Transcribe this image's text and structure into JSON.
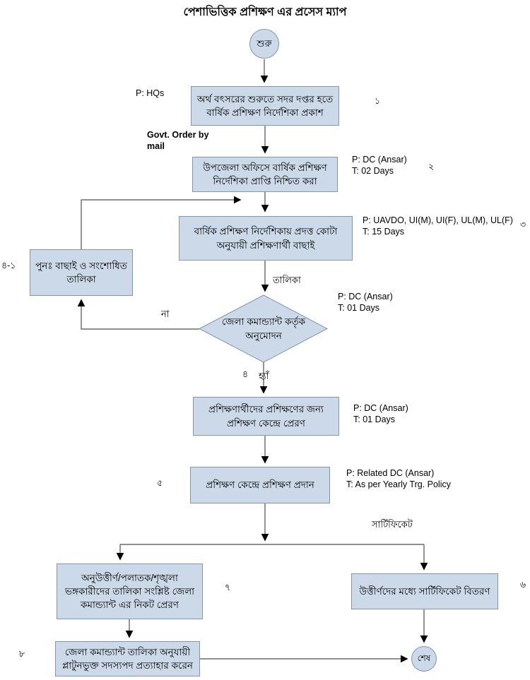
{
  "title": "পেশাভিত্তিক প্রশিক্ষণ এর প্রসেস ম্যাপ",
  "colors": {
    "node_fill": "#ccd9e8",
    "node_border": "#8496ac",
    "connector": "#4d4d4d",
    "arrowhead": "#000000"
  },
  "nodes": {
    "start": {
      "label": "শুরু"
    },
    "publish_guideline": {
      "label": "অর্থ বৎসরের শুরুতে সদর দপ্তর হতে বার্ষিক প্রশিক্ষণ নির্দেশিকা প্রকাশ"
    },
    "confirm_receipt": {
      "label": "উপজেলা অফিসে বার্ষিক প্রশিক্ষণ নির্দেশিকা প্রাপ্তি নিশ্চিত করা"
    },
    "select_trainees": {
      "label": "বার্ষিক প্রশিক্ষণ নির্দেশিকায় প্রদত্ত কোটা অনুযায়ী প্রশিক্ষণার্থী বাছাই"
    },
    "reselect_list": {
      "label": "পুনঃ বাছাই ও সংশোধিত তালিকা"
    },
    "approval_decision": {
      "label": "জেলা কমান্ড্যান্ট কর্তৃক অনুমোদন"
    },
    "send_to_center": {
      "label": "প্রশিক্ষণার্থীদের প্রশিক্ষণের জন্য প্রশিক্ষণ কেন্দ্রে প্রেরণ"
    },
    "provide_training": {
      "label": "প্রশিক্ষণ কেন্দ্রে প্রশিক্ষণ প্রদান"
    },
    "failed_list": {
      "label": "অনুউত্তীর্ণ/পলাতক/শৃঙ্খলা ভঙ্গকারীদের তালিকা সংশ্লিষ্ট জেলা কমান্ড্যান্ট এর নিকট প্রেরণ"
    },
    "distribute_certificates": {
      "label": "উত্তীর্ণদের মধ্যে সার্টিফিকেট বিতরণ"
    },
    "withdraw_membership": {
      "label": "জেলা কমান্ড্যান্ট তালিকা অনুযায়ী প্লাটুনভুক্ত সদস্যপদ প্রত্যাহার করেন"
    },
    "end": {
      "label": "শেষ"
    }
  },
  "annotations": {
    "hq": {
      "p": "P: HQs"
    },
    "govt_order": "Govt. Order by mail",
    "receipt": {
      "p": "P: DC (Ansar)",
      "t": "T: 02 Days"
    },
    "selection": {
      "p": "P: UAVDO, UI(M), UI(F), UL(M), UL(F)",
      "t": "T: 15 Days"
    },
    "approval": {
      "p": "P: DC (Ansar)",
      "t": "T: 01 Days"
    },
    "send": {
      "p": "P: DC (Ansar)",
      "t": "T: 01 Days"
    },
    "training": {
      "p": "P: Related DC (Ansar)",
      "t": "T: As per Yearly Trg. Policy"
    }
  },
  "edge_labels": {
    "list": "তালিকা",
    "no": "না",
    "yes": "হ্যাঁ",
    "certificate": "সার্টিফিকেট"
  },
  "step_numbers": {
    "publish": "১",
    "receipt": "২",
    "selection": "৩",
    "approval": "৪",
    "reselect": "৪-১",
    "training": "৫",
    "certificate": "৬",
    "failed": "৭",
    "withdraw": "৮"
  }
}
